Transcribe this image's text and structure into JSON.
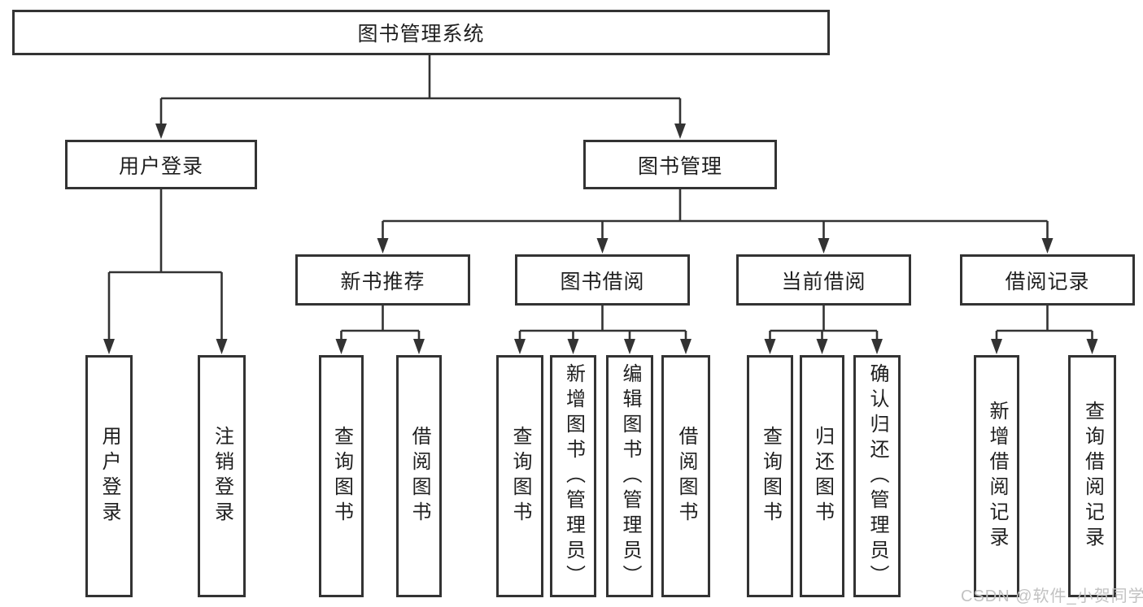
{
  "diagram": {
    "watermark": "CSDN @软件_小贺同学",
    "colors": {
      "line": "#333333",
      "text": "#1f1f1f",
      "watermark": "#c2c2c2",
      "background": "#ffffff"
    },
    "tree": {
      "root": {
        "label": "图书管理系统"
      },
      "login": {
        "label": "用户登录",
        "children": [
          {
            "label": "用户登录"
          },
          {
            "label": "注销登录"
          }
        ]
      },
      "management": {
        "label": "图书管理",
        "sections": [
          {
            "label": "新书推荐",
            "children": [
              {
                "label": "查询图书"
              },
              {
                "label": "借阅图书"
              }
            ]
          },
          {
            "label": "图书借阅",
            "children": [
              {
                "label": "查询图书"
              },
              {
                "label": "新增图书（管理员）"
              },
              {
                "label": "编辑图书（管理员）"
              },
              {
                "label": "借阅图书"
              }
            ]
          },
          {
            "label": "当前借阅",
            "children": [
              {
                "label": "查询图书"
              },
              {
                "label": "归还图书"
              },
              {
                "label": "确认归还（管理员）"
              }
            ]
          },
          {
            "label": "借阅记录",
            "children": [
              {
                "label": "新增借阅记录"
              },
              {
                "label": "查询借阅记录"
              }
            ]
          }
        ]
      }
    }
  }
}
